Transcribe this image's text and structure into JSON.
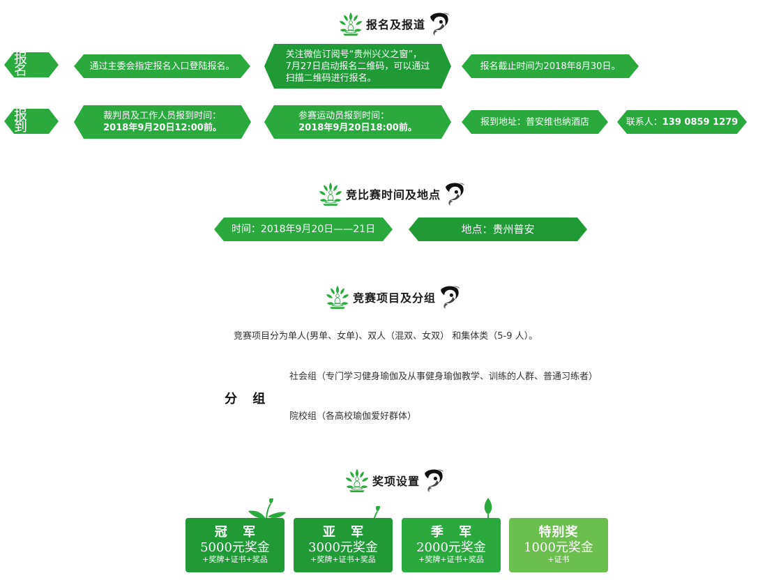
{
  "sections": {
    "registration": {
      "title": "报名及报道"
    },
    "time_place": {
      "title": "竞比赛时间及地点"
    },
    "events": {
      "title": "竞赛项目及分组"
    },
    "awards": {
      "title": "奖项设置"
    }
  },
  "registration": {
    "row1_label": "报 名",
    "row1_items": [
      "通过主委会指定报名入口登陆报名。",
      "关注微信订阅号“贵州兴义之窗”，",
      "7月27日启动报名二维码，可以通过",
      "扫描二维码进行报名。",
      "报名截止时间为2018年8月30日。"
    ],
    "row2_label": "报 到",
    "staff_line1": "裁判员及工作人员报到时间：",
    "staff_line2": "2018年9月20日12:00前。",
    "athlete_line1": "参赛运动员报到时间：",
    "athlete_line2": "2018年9月20日18:00前。",
    "address": "报到地址：普安维也纳酒店",
    "contact_label": "联系人：",
    "contact_number": "139 0859 1279"
  },
  "time_place": {
    "time": "时间：2018年9月20日——21日",
    "place": "地点：贵州普安"
  },
  "events": {
    "description": "竞赛项目分为单人(男单、女单)、双人（混双、女双） 和集体类（5-9 人）。",
    "group_title": "分 组",
    "group_social": "社会组（专门学习健身瑜伽及从事健身瑜伽教学、训练的人群、普通习练者）",
    "group_college": "院校组（各高校瑜伽爱好群体）"
  },
  "awards": [
    {
      "title": "冠 军",
      "prize": "5000元奖金",
      "extra": "+奖牌+证书+奖品",
      "color": "#1f9a34"
    },
    {
      "title": "亚 军",
      "prize": "3000元奖金",
      "extra": "+奖牌+证书+奖品",
      "color": "#1f9a34"
    },
    {
      "title": "季 军",
      "prize": "2000元奖金",
      "extra": "+奖牌+证书+奖品",
      "color": "#2aaa3c"
    },
    {
      "title": "特别奖",
      "prize": "1000元奖金",
      "extra": "+证书",
      "color": "#6bbf4e"
    }
  ],
  "colors": {
    "green": "#2aaa3c",
    "dark_green": "#1f9a34",
    "light_green": "#6bbf4e"
  },
  "icons": [
    "lotus-yoga-icon",
    "ink-swirl-icon",
    "leaf-icon"
  ]
}
